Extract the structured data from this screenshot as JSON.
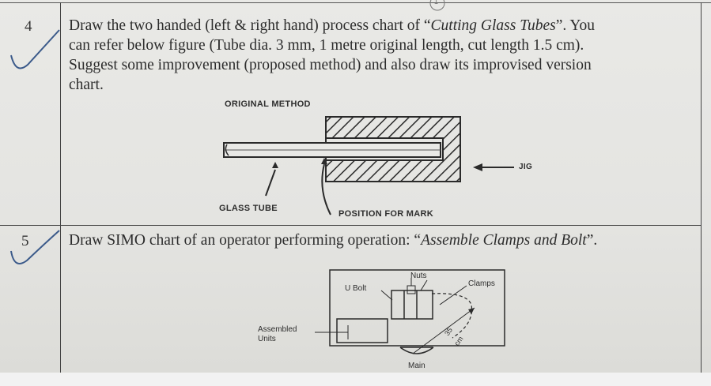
{
  "page_number": "1",
  "questions": [
    {
      "number": "4",
      "line1_prefix": "Draw the two handed (left & right hand) process chart of “",
      "line1_italic": "Cutting Glass Tubes",
      "line1_suffix": "”. You",
      "line2": "can refer below figure (Tube dia. 3 mm, 1 metre original length, cut length 1.5 cm).",
      "line3": "Suggest some improvement (proposed method) and also draw its improvised version",
      "line4": "chart.",
      "figure": {
        "title": "ORIGINAL METHOD",
        "label_tube": "GLASS TUBE",
        "label_mark": "POSITION FOR MARK",
        "label_jig": "JIG"
      }
    },
    {
      "number": "5",
      "text_prefix": "Draw SIMO chart of an operator performing operation: “",
      "text_italic": "Assemble Clamps and Bolt",
      "text_suffix": "”.",
      "figure": {
        "label_ubolt": "U Bolt",
        "label_nuts": "Nuts",
        "label_clamps": "Clamps",
        "label_assembled_1": "Assembled",
        "label_assembled_2": "Units",
        "label_dim": "35",
        "label_dim_unit": "cm",
        "label_main": "Main"
      }
    }
  ]
}
